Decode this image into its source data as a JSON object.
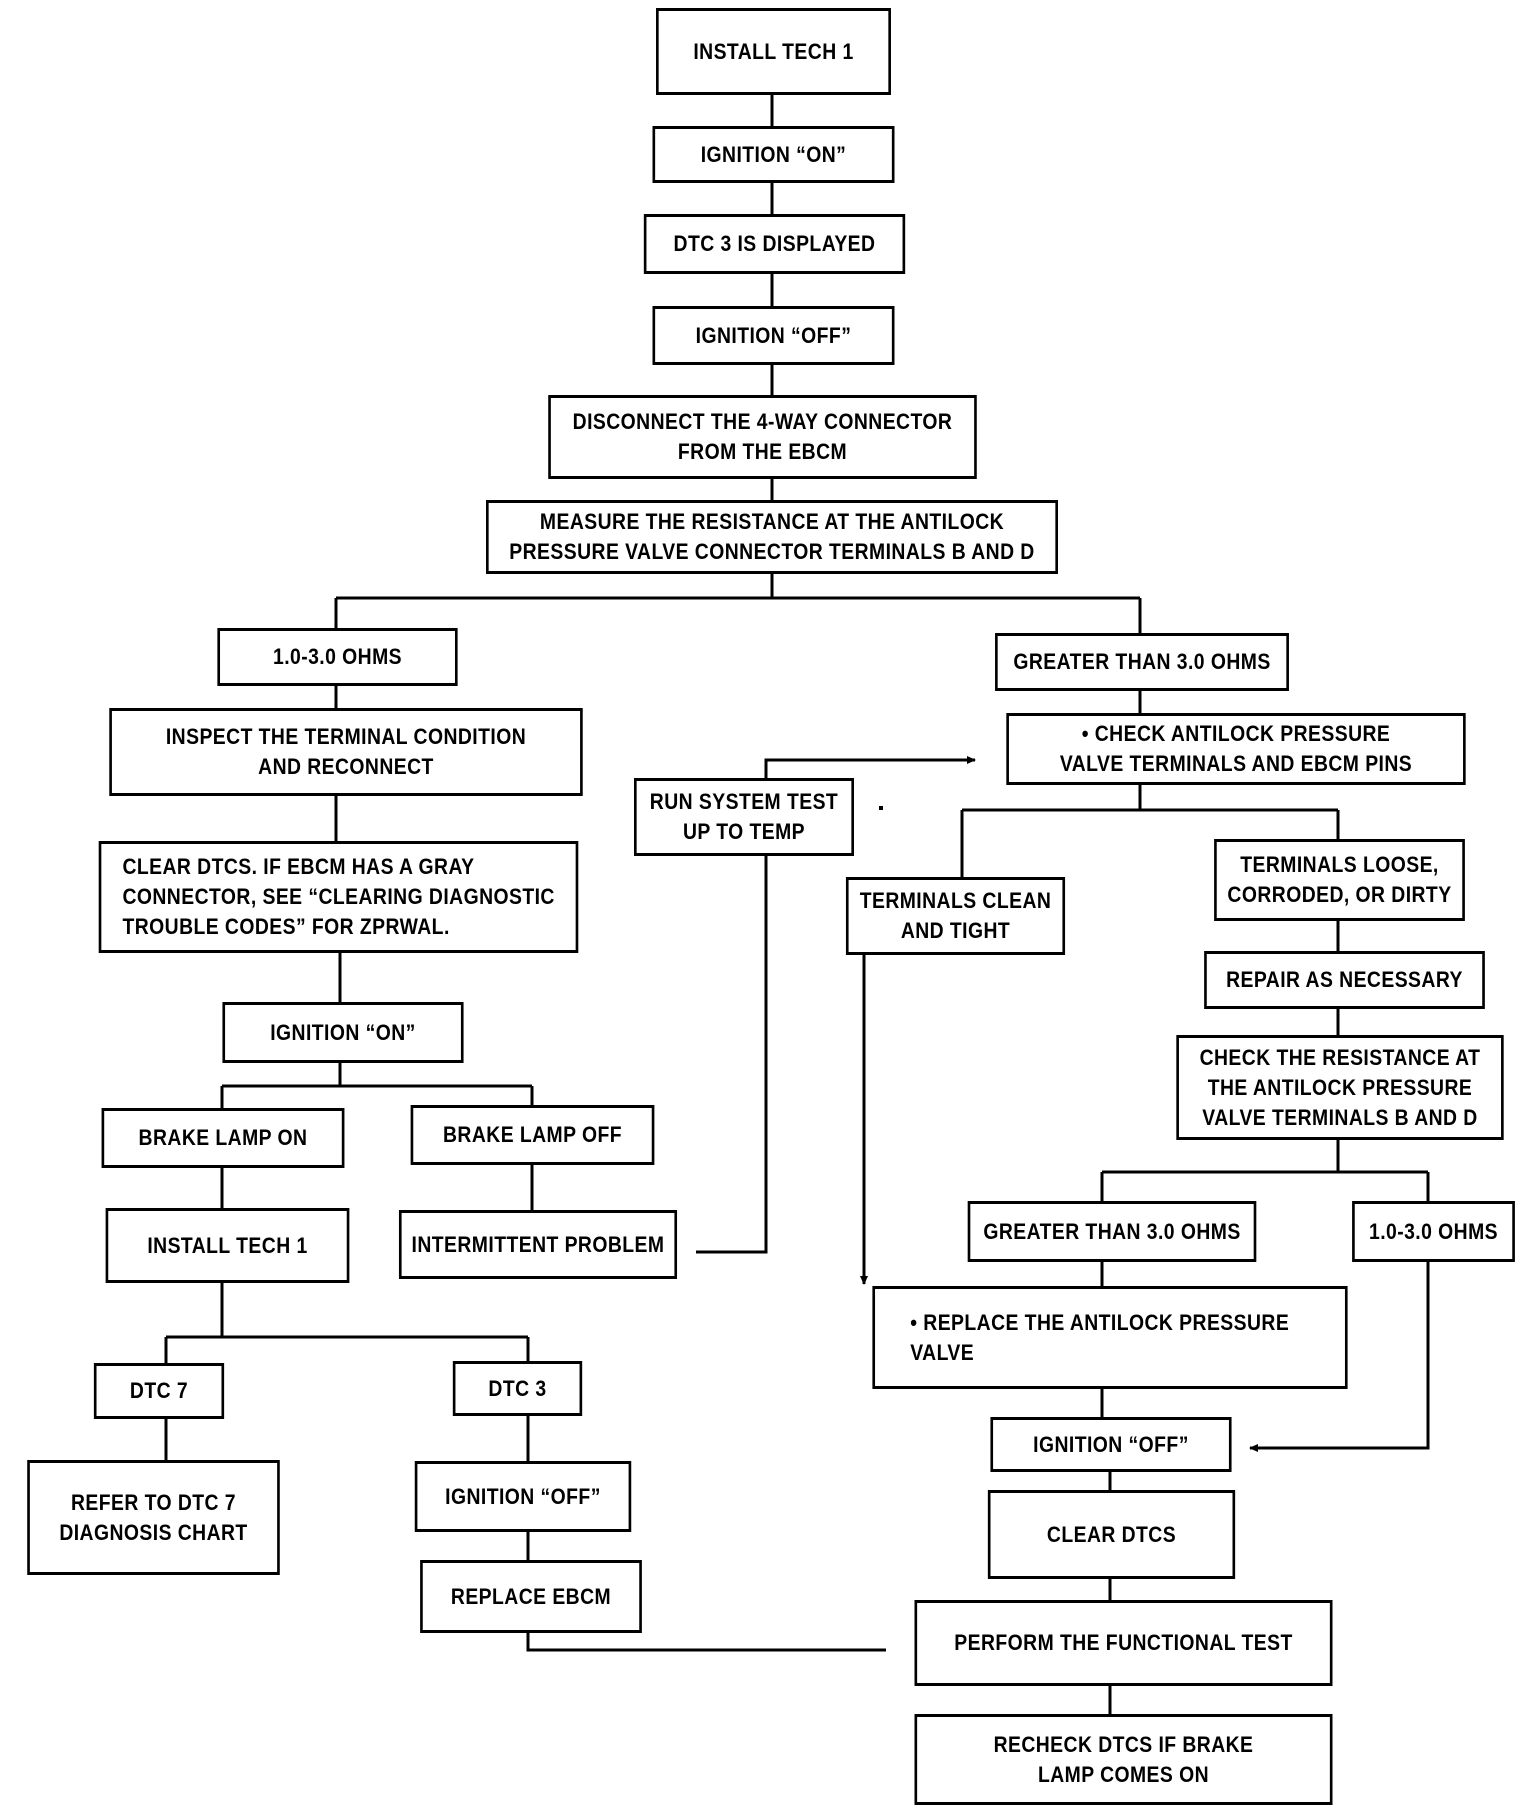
{
  "diagram": {
    "title": "DTC 3 Diagnosis Flowchart",
    "nodes": [
      {
        "id": "install-tech1-top",
        "text": "INSTALL TECH 1"
      },
      {
        "id": "ignition-on-1",
        "text": "IGNITION “ON”"
      },
      {
        "id": "dtc3-displayed",
        "text": "DTC 3 IS DISPLAYED"
      },
      {
        "id": "ignition-off-1",
        "text": "IGNITION “OFF”"
      },
      {
        "id": "disconnect-connector",
        "text": "DISCONNECT THE 4-WAY CONNECTOR\nFROM THE EBCM"
      },
      {
        "id": "measure-resistance",
        "text": "MEASURE THE RESISTANCE AT THE ANTILOCK\nPRESSURE VALVE CONNECTOR TERMINALS B AND D"
      },
      {
        "id": "ohms-1-3-left",
        "text": "1.0-3.0 OHMS"
      },
      {
        "id": "inspect-terminal",
        "text": "INSPECT THE TERMINAL CONDITION\nAND RECONNECT"
      },
      {
        "id": "run-system-test",
        "text": "RUN SYSTEM TEST\nUP TO TEMP"
      },
      {
        "id": "clear-dtcs-gray",
        "text": "CLEAR DTCS. IF EBCM HAS A GRAY\nCONNECTOR, SEE “CLEARING DIAGNOSTIC\nTROUBLE CODES” FOR ZPRWAL."
      },
      {
        "id": "ignition-on-2",
        "text": "IGNITION “ON”"
      },
      {
        "id": "brake-lamp-on",
        "text": "BRAKE LAMP ON"
      },
      {
        "id": "brake-lamp-off",
        "text": "BRAKE LAMP OFF"
      },
      {
        "id": "install-tech1-lower",
        "text": "INSTALL TECH 1"
      },
      {
        "id": "intermittent-problem",
        "text": "INTERMITTENT PROBLEM"
      },
      {
        "id": "dtc7",
        "text": "DTC 7"
      },
      {
        "id": "dtc3",
        "text": "DTC 3"
      },
      {
        "id": "refer-dtc7",
        "text": "REFER TO DTC 7\nDIAGNOSIS CHART"
      },
      {
        "id": "ignition-off-3",
        "text": "IGNITION “OFF”"
      },
      {
        "id": "replace-ebcm",
        "text": "REPLACE EBCM"
      },
      {
        "id": "greater-3-right",
        "text": "GREATER THAN 3.0 OHMS"
      },
      {
        "id": "check-antilock-pins",
        "text": "• CHECK ANTILOCK PRESSURE\nVALVE TERMINALS AND EBCM PINS"
      },
      {
        "id": "terminals-clean",
        "text": "TERMINALS CLEAN\nAND TIGHT"
      },
      {
        "id": "terminals-loose",
        "text": "TERMINALS LOOSE,\nCORRODED, OR DIRTY"
      },
      {
        "id": "repair-necessary",
        "text": "REPAIR AS NECESSARY"
      },
      {
        "id": "check-resistance",
        "text": "CHECK THE RESISTANCE AT\nTHE ANTILOCK PRESSURE\nVALVE TERMINALS B AND D"
      },
      {
        "id": "greater-3-lower",
        "text": "GREATER THAN 3.0 OHMS"
      },
      {
        "id": "ohms-1-3-right",
        "text": "1.0-3.0 OHMS"
      },
      {
        "id": "replace-valve",
        "text": "• REPLACE THE ANTILOCK PRESSURE\n   VALVE"
      },
      {
        "id": "ignition-off-4",
        "text": "IGNITION “OFF”"
      },
      {
        "id": "clear-dtcs",
        "text": "CLEAR DTCS"
      },
      {
        "id": "functional-test",
        "text": "PERFORM THE FUNCTIONAL TEST"
      },
      {
        "id": "recheck-dtcs",
        "text": "RECHECK DTCS IF BRAKE\nLAMP COMES ON"
      }
    ],
    "edges": [
      {
        "from": "install-tech1-top",
        "to": "ignition-on-1"
      },
      {
        "from": "ignition-on-1",
        "to": "dtc3-displayed"
      },
      {
        "from": "dtc3-displayed",
        "to": "ignition-off-1"
      },
      {
        "from": "ignition-off-1",
        "to": "disconnect-connector"
      },
      {
        "from": "disconnect-connector",
        "to": "measure-resistance"
      },
      {
        "from": "measure-resistance",
        "to": "ohms-1-3-left"
      },
      {
        "from": "measure-resistance",
        "to": "greater-3-right"
      },
      {
        "from": "ohms-1-3-left",
        "to": "inspect-terminal"
      },
      {
        "from": "inspect-terminal",
        "to": "clear-dtcs-gray"
      },
      {
        "from": "clear-dtcs-gray",
        "to": "ignition-on-2"
      },
      {
        "from": "ignition-on-2",
        "to": "brake-lamp-on"
      },
      {
        "from": "ignition-on-2",
        "to": "brake-lamp-off"
      },
      {
        "from": "brake-lamp-on",
        "to": "install-tech1-lower"
      },
      {
        "from": "brake-lamp-off",
        "to": "intermittent-problem"
      },
      {
        "from": "intermittent-problem",
        "to": "check-antilock-pins",
        "via": "run-system-test",
        "arrow": true
      },
      {
        "from": "install-tech1-lower",
        "to": "dtc7"
      },
      {
        "from": "install-tech1-lower",
        "to": "dtc3"
      },
      {
        "from": "dtc7",
        "to": "refer-dtc7"
      },
      {
        "from": "dtc3",
        "to": "ignition-off-3"
      },
      {
        "from": "ignition-off-3",
        "to": "replace-ebcm"
      },
      {
        "from": "replace-ebcm",
        "to": "functional-test"
      },
      {
        "from": "greater-3-right",
        "to": "check-antilock-pins"
      },
      {
        "from": "check-antilock-pins",
        "to": "terminals-clean"
      },
      {
        "from": "check-antilock-pins",
        "to": "terminals-loose"
      },
      {
        "from": "terminals-clean",
        "to": "replace-valve",
        "arrow": true
      },
      {
        "from": "terminals-loose",
        "to": "repair-necessary"
      },
      {
        "from": "repair-necessary",
        "to": "check-resistance"
      },
      {
        "from": "check-resistance",
        "to": "greater-3-lower"
      },
      {
        "from": "check-resistance",
        "to": "ohms-1-3-right"
      },
      {
        "from": "greater-3-lower",
        "to": "replace-valve"
      },
      {
        "from": "ohms-1-3-right",
        "to": "ignition-off-4",
        "arrow": true
      },
      {
        "from": "replace-valve",
        "to": "ignition-off-4"
      },
      {
        "from": "ignition-off-4",
        "to": "clear-dtcs"
      },
      {
        "from": "clear-dtcs",
        "to": "functional-test"
      },
      {
        "from": "functional-test",
        "to": "recheck-dtcs"
      }
    ]
  }
}
